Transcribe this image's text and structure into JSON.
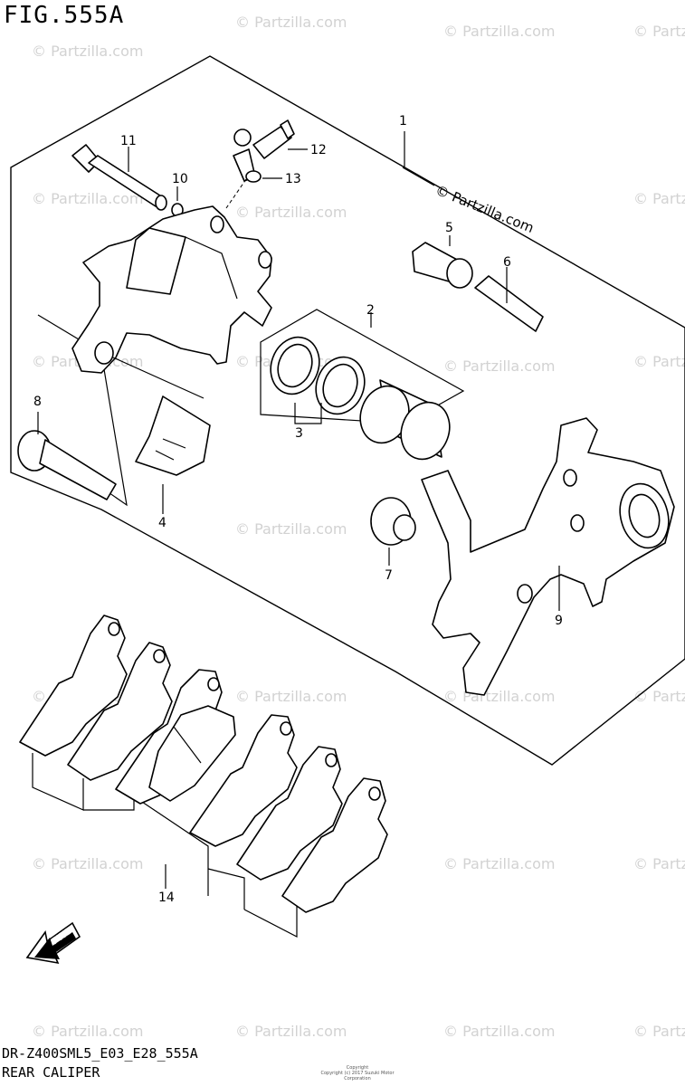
{
  "figure": {
    "title": "FIG.555A",
    "model_code": "DR-Z400SML5_E03_E28_555A",
    "section_name": "REAR CALIPER",
    "copyright_line1": "Copyright",
    "copyright_line2": "Copyright (c) 2017 Suzuki Motor Corporation",
    "fwd_label": "FWD"
  },
  "watermark": {
    "text": "© Partzilla.com",
    "main_text": "© Partzilla.com"
  },
  "callouts": [
    "1",
    "2",
    "3",
    "4",
    "5",
    "6",
    "7",
    "8",
    "9",
    "10",
    "11",
    "12",
    "13",
    "14"
  ]
}
